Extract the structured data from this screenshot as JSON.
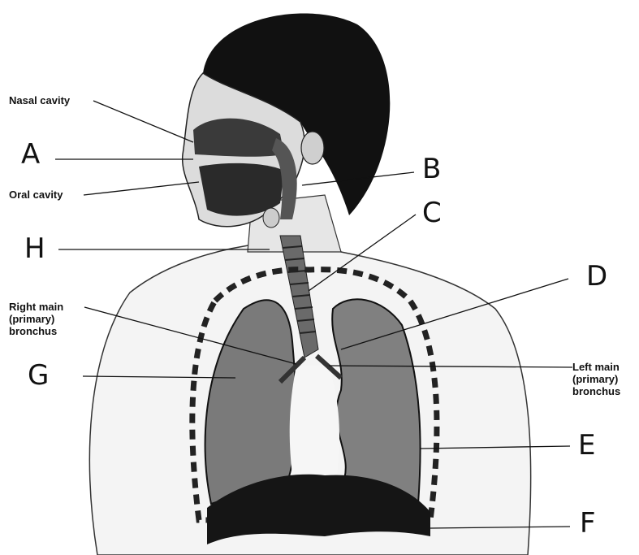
{
  "labels": {
    "nasal_cavity": "Nasal cavity",
    "oral_cavity": "Oral cavity",
    "right_bronchus": [
      "Right main",
      "(primary)",
      "bronchus"
    ],
    "left_bronchus": [
      "Left main",
      "(primary)",
      "bronchus"
    ]
  },
  "letters": {
    "A": "A",
    "B": "B",
    "C": "C",
    "D": "D",
    "E": "E",
    "F": "F",
    "G": "G",
    "H": "H"
  }
}
